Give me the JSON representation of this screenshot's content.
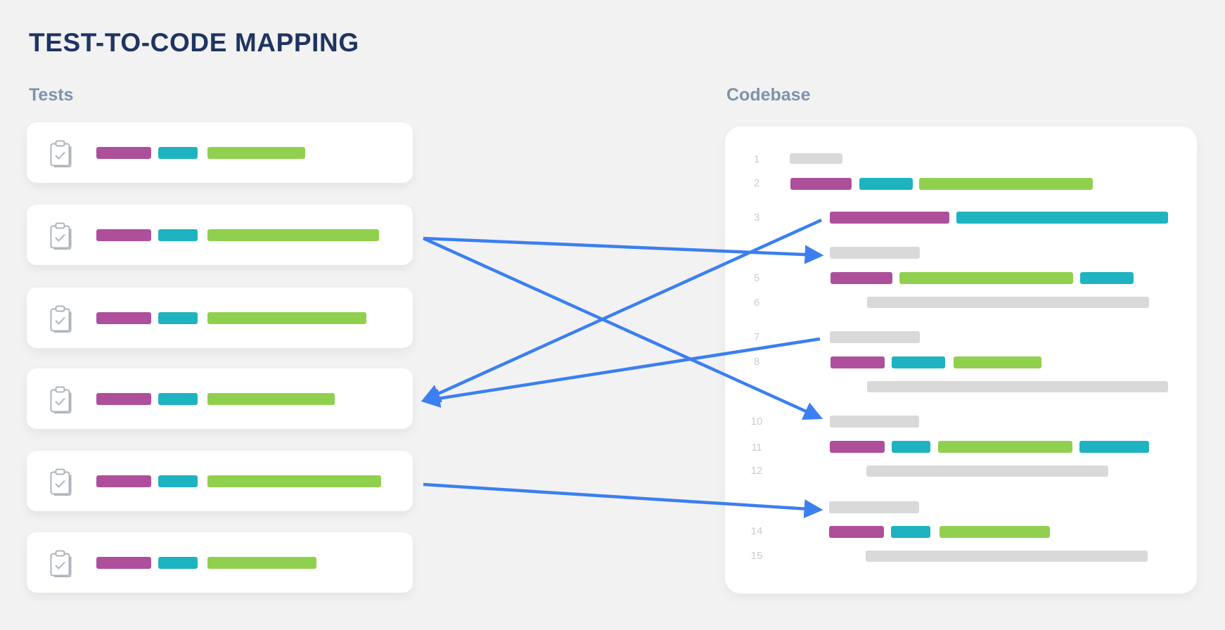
{
  "title": "TEST-TO-CODE MAPPING",
  "sections": {
    "tests": "Tests",
    "codebase": "Codebase"
  },
  "colors": {
    "magenta": "#ad4f9b",
    "teal": "#1eb3c0",
    "green": "#91d04f",
    "gray": "#d9d9d9",
    "arrow": "#3b7ff0",
    "title": "#1f3461"
  },
  "icons": {
    "test_card": "clipboard-check-icon"
  },
  "tests": [
    {
      "id": 1
    },
    {
      "id": 2
    },
    {
      "id": 3
    },
    {
      "id": 4
    },
    {
      "id": 5
    },
    {
      "id": 6
    }
  ],
  "code_lines": [
    "1",
    "2",
    "3",
    "",
    "5",
    "6",
    "7",
    "8",
    "",
    "10",
    "11",
    "12",
    "",
    "14",
    "15"
  ],
  "mappings": [
    {
      "from_test": 2,
      "to_code_line": 4
    },
    {
      "from_test": 2,
      "to_code_line": 10
    },
    {
      "from_code_line": 3,
      "to_test": 4
    },
    {
      "from_code_line": 7,
      "to_test": 4
    },
    {
      "from_test": 5,
      "to_code_line": 13
    }
  ]
}
